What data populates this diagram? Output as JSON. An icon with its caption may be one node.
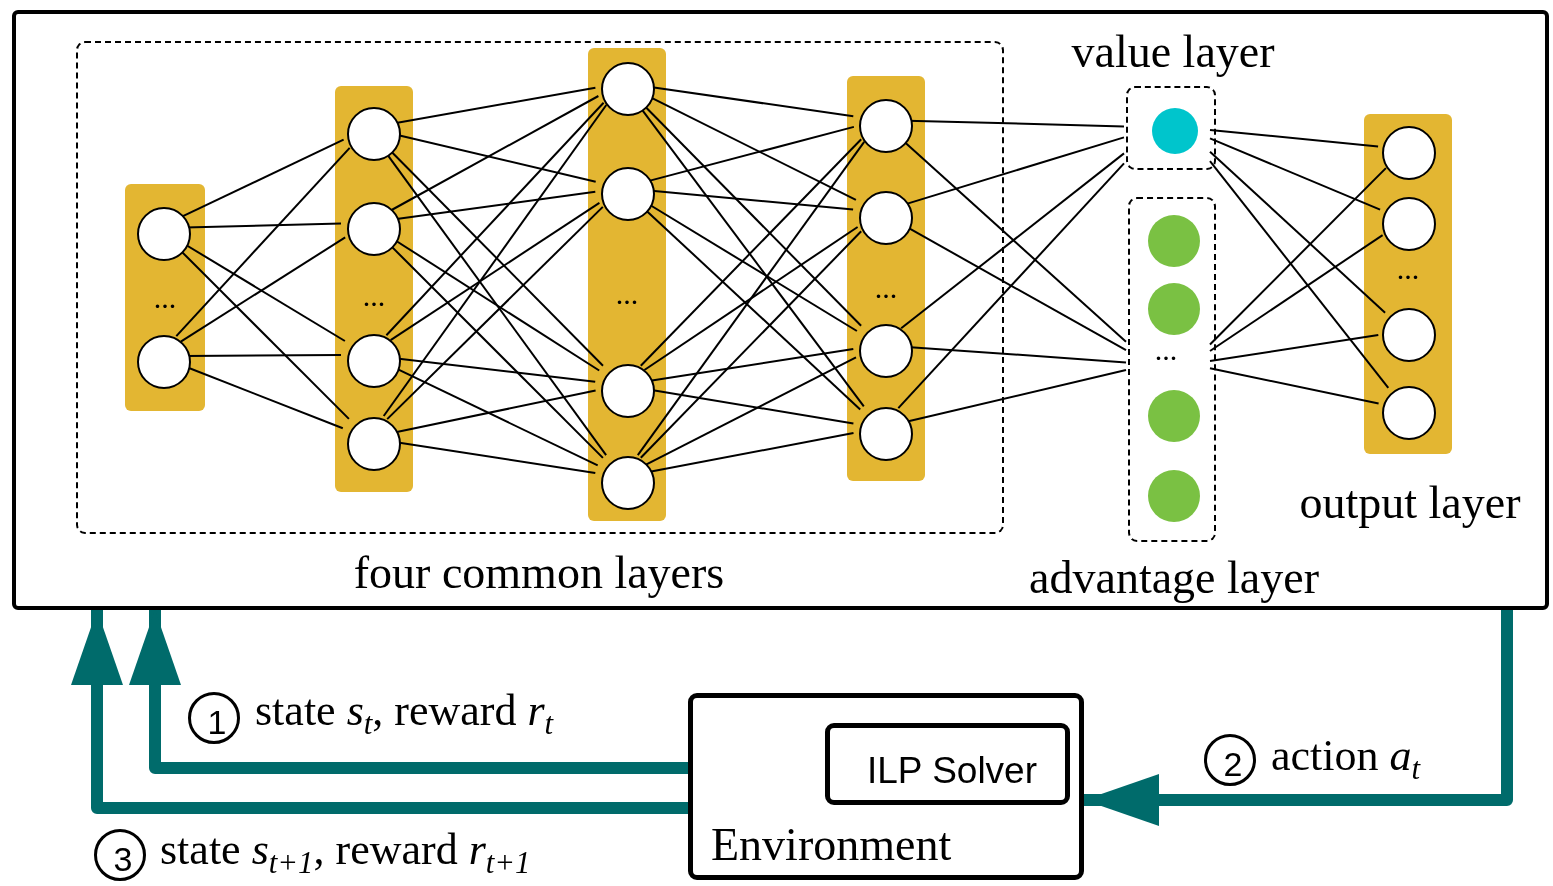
{
  "diagram": {
    "nodes": [
      {
        "text": [],
        "shape": "box"
      },
      {
        "text": [
          "four common layers"
        ],
        "in": 0
      },
      {
        "text": [
          "..."
        ],
        "in": 1
      },
      {
        "text": [],
        "shape": "circle",
        "in": 2
      },
      {
        "text": [],
        "shape": "circle",
        "in": 2
      },
      {
        "text": [
          "..."
        ],
        "in": 1
      },
      {
        "text": [],
        "shape": "circle",
        "in": 5
      },
      {
        "text": [],
        "shape": "circle",
        "in": 5
      },
      {
        "text": [],
        "shape": "circle",
        "in": 5
      },
      {
        "text": [],
        "shape": "circle",
        "in": 5
      },
      {
        "text": [
          "..."
        ],
        "in": 1
      },
      {
        "text": [],
        "shape": "circle",
        "in": 10
      },
      {
        "text": [],
        "shape": "circle",
        "in": 10
      },
      {
        "text": [],
        "shape": "circle",
        "in": 10
      },
      {
        "text": [],
        "shape": "circle",
        "in": 10
      },
      {
        "text": [
          "..."
        ],
        "in": 1
      },
      {
        "text": [],
        "shape": "circle",
        "in": 15
      },
      {
        "text": [],
        "shape": "circle",
        "in": 15
      },
      {
        "text": [],
        "shape": "circle",
        "in": 15
      },
      {
        "text": [],
        "shape": "circle",
        "in": 15
      },
      {
        "text": [
          "value layer"
        ],
        "in": 0
      },
      {
        "text": [],
        "shape": "circle",
        "in": 20
      },
      {
        "text": [
          "advantage layer"
        ],
        "in": 0
      },
      {
        "text": [],
        "shape": "circle",
        "in": 22
      },
      {
        "text": [],
        "shape": "circle",
        "in": 22
      },
      {
        "text": [],
        "shape": "circle",
        "in": 22
      },
      {
        "text": [],
        "shape": "circle",
        "in": 22
      },
      {
        "text": [
          "..."
        ],
        "beside": [
          "output layer"
        ],
        "in": 0
      },
      {
        "text": [],
        "shape": "circle",
        "in": 27
      },
      {
        "text": [],
        "shape": "circle",
        "in": 27
      },
      {
        "text": [],
        "shape": "circle",
        "in": 27
      },
      {
        "text": [],
        "shape": "circle",
        "in": 27
      },
      {
        "text": [
          "Environment"
        ]
      },
      {
        "text": [
          "ILP Solver"
        ],
        "in": 32
      },
      {
        "text": [
          "1"
        ]
      },
      {
        "text": [
          "2"
        ]
      },
      {
        "text": [
          "3"
        ]
      }
    ],
    "edges": [
      {
        "from": 3,
        "to": 6,
        "arrow": "none"
      },
      {
        "from": 3,
        "to": 7,
        "arrow": "none"
      },
      {
        "from": 3,
        "to": 8,
        "arrow": "none"
      },
      {
        "from": 3,
        "to": 9,
        "arrow": "none"
      },
      {
        "from": 4,
        "to": 6,
        "arrow": "none"
      },
      {
        "from": 4,
        "to": 7,
        "arrow": "none"
      },
      {
        "from": 4,
        "to": 8,
        "arrow": "none"
      },
      {
        "from": 4,
        "to": 9,
        "arrow": "none"
      },
      {
        "from": 6,
        "to": 11,
        "arrow": "none"
      },
      {
        "from": 6,
        "to": 12,
        "arrow": "none"
      },
      {
        "from": 6,
        "to": 13,
        "arrow": "none"
      },
      {
        "from": 6,
        "to": 14,
        "arrow": "none"
      },
      {
        "from": 7,
        "to": 11,
        "arrow": "none"
      },
      {
        "from": 7,
        "to": 12,
        "arrow": "none"
      },
      {
        "from": 7,
        "to": 13,
        "arrow": "none"
      },
      {
        "from": 7,
        "to": 14,
        "arrow": "none"
      },
      {
        "from": 8,
        "to": 11,
        "arrow": "none"
      },
      {
        "from": 8,
        "to": 12,
        "arrow": "none"
      },
      {
        "from": 8,
        "to": 13,
        "arrow": "none"
      },
      {
        "from": 8,
        "to": 14,
        "arrow": "none"
      },
      {
        "from": 9,
        "to": 11,
        "arrow": "none"
      },
      {
        "from": 9,
        "to": 12,
        "arrow": "none"
      },
      {
        "from": 9,
        "to": 13,
        "arrow": "none"
      },
      {
        "from": 9,
        "to": 14,
        "arrow": "none"
      },
      {
        "from": 11,
        "to": 16,
        "arrow": "none"
      },
      {
        "from": 11,
        "to": 17,
        "arrow": "none"
      },
      {
        "from": 11,
        "to": 18,
        "arrow": "none"
      },
      {
        "from": 11,
        "to": 19,
        "arrow": "none"
      },
      {
        "from": 12,
        "to": 16,
        "arrow": "none"
      },
      {
        "from": 12,
        "to": 17,
        "arrow": "none"
      },
      {
        "from": 12,
        "to": 18,
        "arrow": "none"
      },
      {
        "from": 12,
        "to": 19,
        "arrow": "none"
      },
      {
        "from": 13,
        "to": 16,
        "arrow": "none"
      },
      {
        "from": 13,
        "to": 17,
        "arrow": "none"
      },
      {
        "from": 13,
        "to": 18,
        "arrow": "none"
      },
      {
        "from": 13,
        "to": 19,
        "arrow": "none"
      },
      {
        "from": 14,
        "to": 16,
        "arrow": "none"
      },
      {
        "from": 14,
        "to": 17,
        "arrow": "none"
      },
      {
        "from": 14,
        "to": 18,
        "arrow": "none"
      },
      {
        "from": 14,
        "to": 19,
        "arrow": "none"
      },
      {
        "from": 16,
        "to": 20,
        "arrow": "none"
      },
      {
        "from": 17,
        "to": 20,
        "arrow": "none"
      },
      {
        "from": 18,
        "to": 20,
        "arrow": "none"
      },
      {
        "from": 19,
        "to": 20,
        "arrow": "none"
      },
      {
        "from": 16,
        "to": 22,
        "arrow": "none"
      },
      {
        "from": 17,
        "to": 22,
        "arrow": "none"
      },
      {
        "from": 18,
        "to": 22,
        "arrow": "none"
      },
      {
        "from": 19,
        "to": 22,
        "arrow": "none"
      },
      {
        "from": 20,
        "to": 28,
        "arrow": "none"
      },
      {
        "from": 20,
        "to": 29,
        "arrow": "none"
      },
      {
        "from": 20,
        "to": 30,
        "arrow": "none"
      },
      {
        "from": 20,
        "to": 31,
        "arrow": "none"
      },
      {
        "from": 22,
        "to": 28,
        "arrow": "none"
      },
      {
        "from": 22,
        "to": 29,
        "arrow": "none"
      },
      {
        "from": 22,
        "to": 30,
        "arrow": "none"
      },
      {
        "from": 22,
        "to": 31,
        "arrow": "none"
      },
      {
        "from": 32,
        "to": 0,
        "arrow": "to",
        "label": "state *s*$_{t}$, reward *r*$_{t}$",
        "style": "thick",
        "color": "#006b6b"
      },
      {
        "from": 0,
        "to": 32,
        "arrow": "to",
        "label": "action *a*$_{t}$",
        "style": "thick",
        "color": "#006b6b"
      },
      {
        "from": 32,
        "to": 0,
        "arrow": "to",
        "label": "state *s*$_{t+1}$, reward *r*$_{t+1}$",
        "style": "thick",
        "color": "#006b6b"
      }
    ],
    "labels": [
      "..."
    ]
  }
}
